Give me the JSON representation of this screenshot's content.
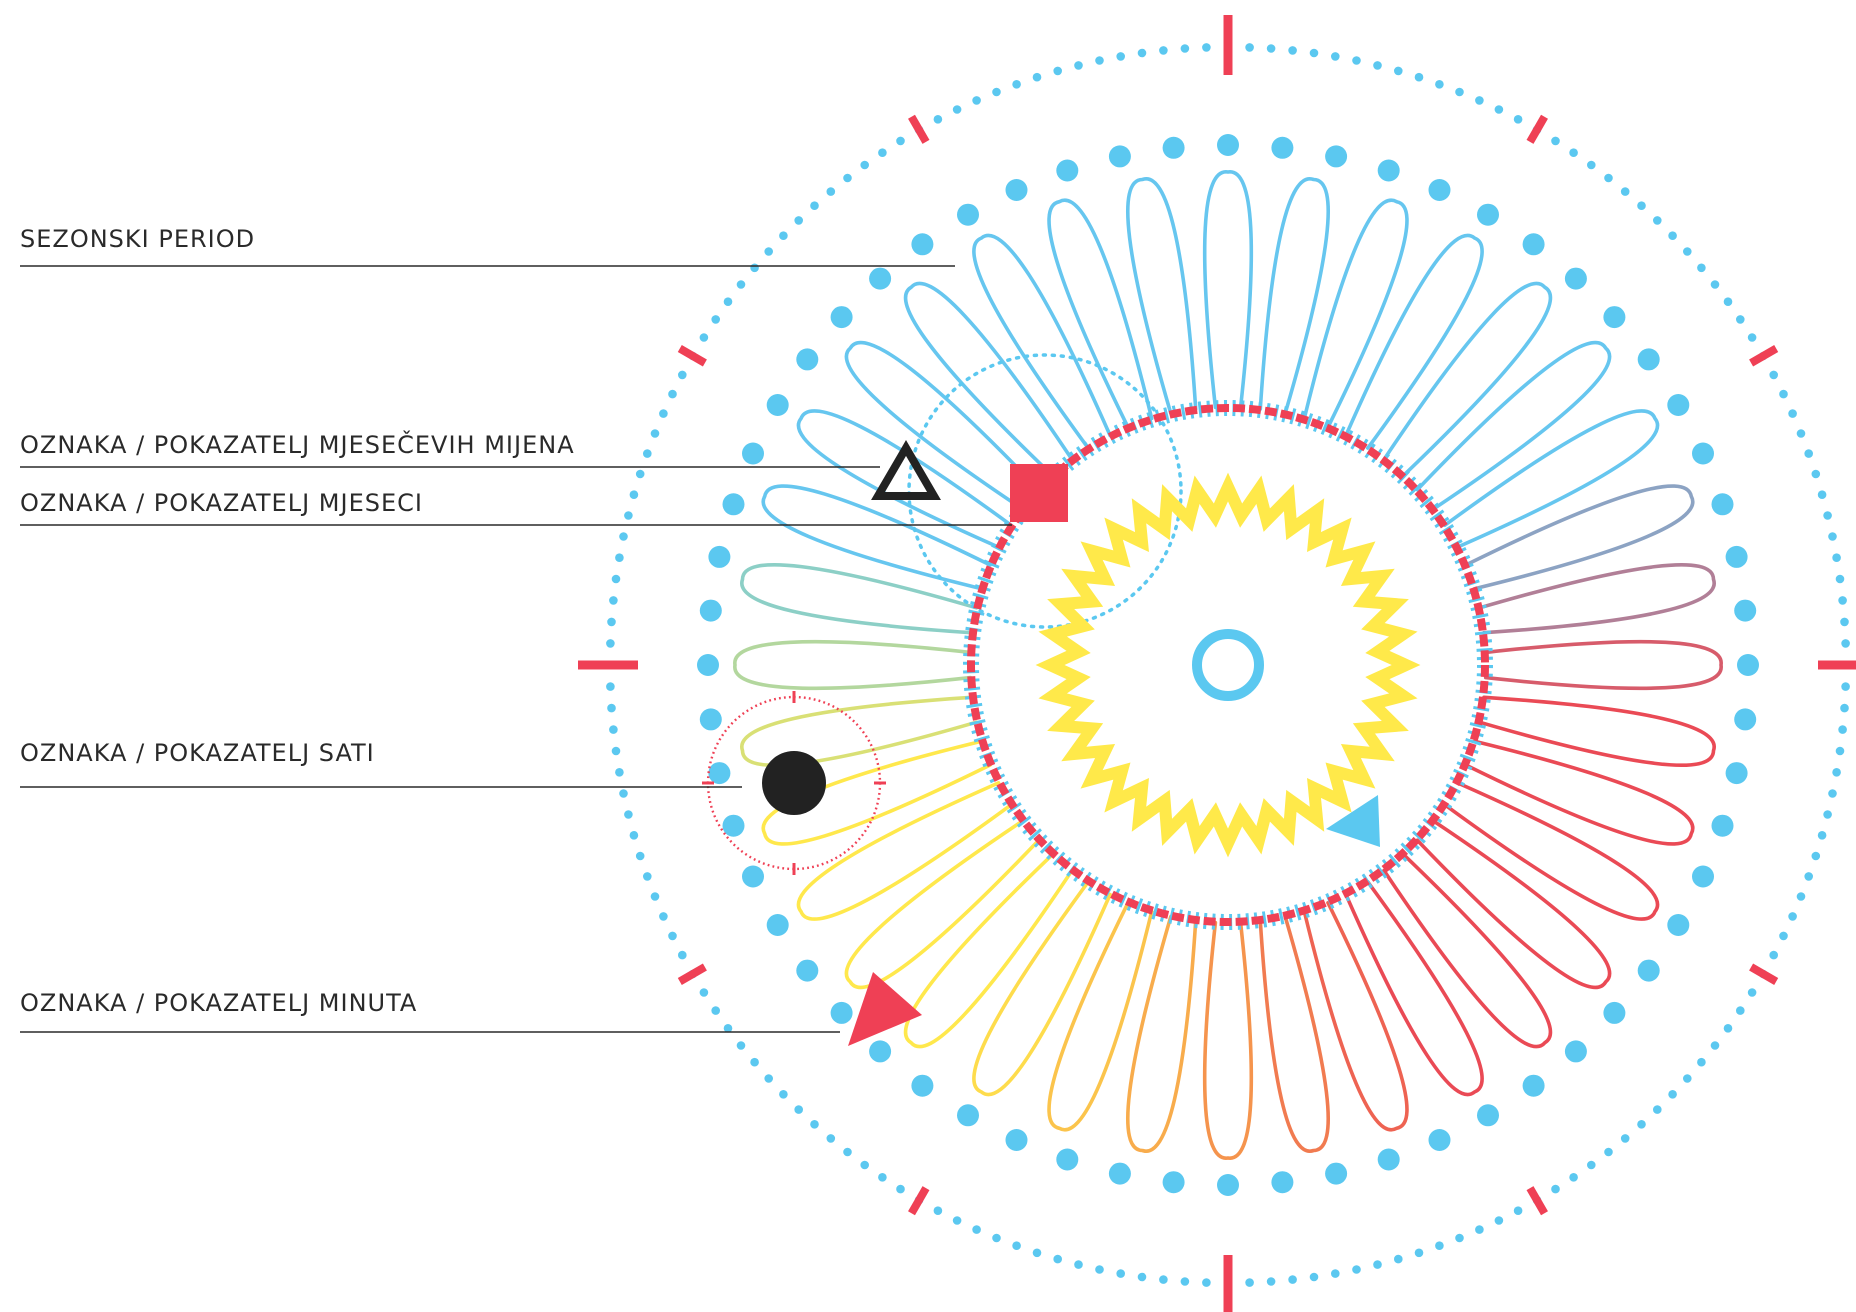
{
  "labels": [
    {
      "text": "SEZONSKI PERIOD"
    },
    {
      "text": "OZNAKA / POKAZATELJ MJESEČEVIH MIJENA"
    },
    {
      "text": "OZNAKA / POKAZATELJ MJESECI"
    },
    {
      "text": "OZNAKA / POKAZATELJ SATI"
    },
    {
      "text": "OZNAKA / POKAZATELJ MINUTA"
    }
  ],
  "colors": {
    "blue": "#5bc8f0",
    "red": "#ef4055",
    "yellow": "#ffe94a",
    "dark": "#222222",
    "petal_yellow": "#ffe84c",
    "petal_orange": "#f7a04c",
    "petal_red": "#ea4a55",
    "petal_blue": "#66c6ef"
  },
  "icons": {
    "moon_phase_marker": "outlined-triangle-icon",
    "month_marker": "red-square-icon",
    "hour_marker": "black-dot-icon",
    "minute_marker": "red-arrow-icon",
    "season_marker": "blue-triangle-icon",
    "center": "ring-icon"
  }
}
